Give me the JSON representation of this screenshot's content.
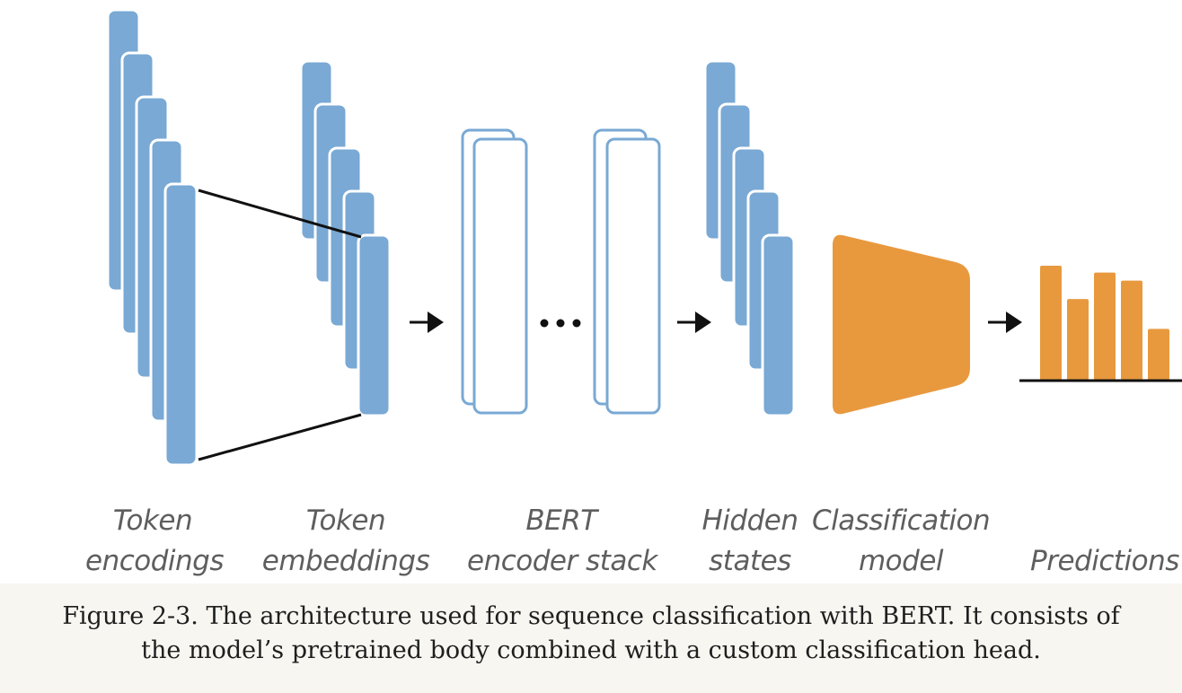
{
  "diagram": {
    "labels": {
      "token_encodings": [
        "Token",
        "encodings"
      ],
      "token_embeddings": [
        "Token",
        "embeddings"
      ],
      "bert_encoder_stack": [
        "BERT",
        "encoder stack"
      ],
      "hidden_states": [
        "Hidden",
        "states"
      ],
      "classification_model": [
        "Classification",
        "model"
      ],
      "predictions": [
        "Predictions"
      ]
    },
    "colors": {
      "token_blue": "#79a9d4",
      "encoder_outline": "#79a9d4",
      "classifier_orange": "#e8993e",
      "ink": "#111111"
    },
    "prediction_bar_values": [
      1.0,
      0.71,
      0.94,
      0.87,
      0.45
    ]
  },
  "caption": {
    "line1": "Figure 2-3. The architecture used for sequence classification with BERT. It consists of",
    "line2": "the model’s pretrained body combined with a custom classification head."
  }
}
